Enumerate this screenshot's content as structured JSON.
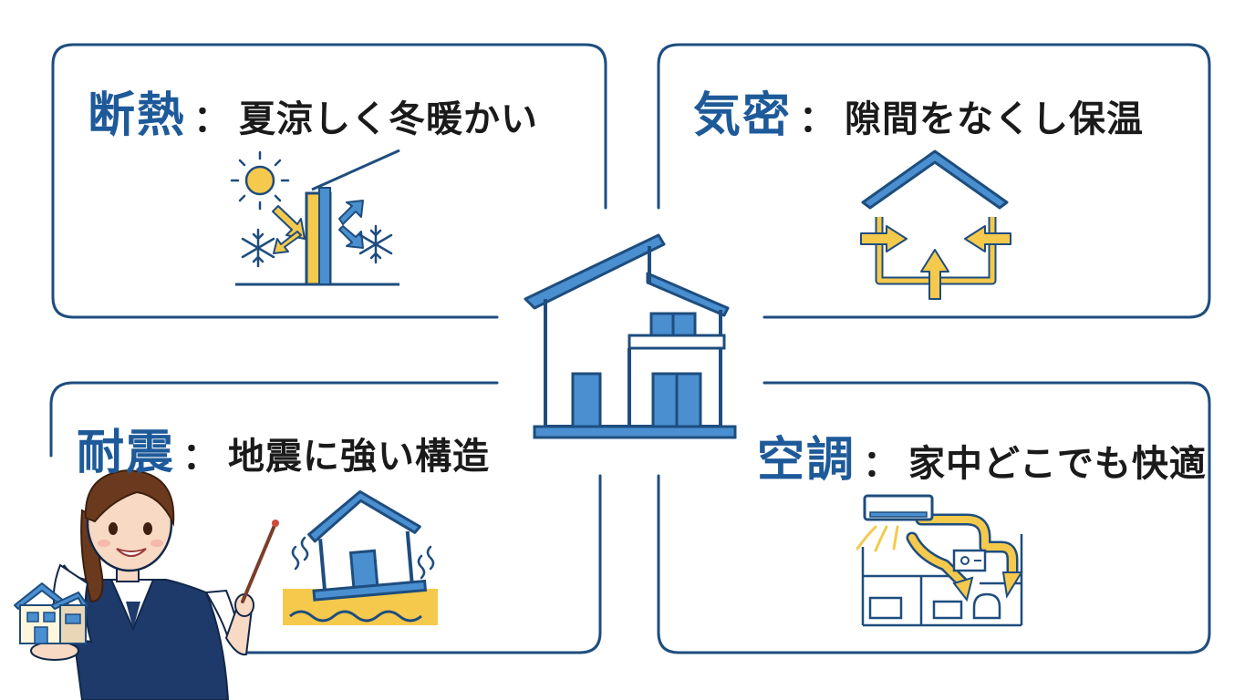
{
  "panels": {
    "insulation": {
      "keyword": "断熱",
      "colon": "：",
      "description": "夏涼しく冬暖かい",
      "icon": "insulated-wall-icon"
    },
    "airtight": {
      "keyword": "気密",
      "colon": "：",
      "description": "隙間をなくし保温",
      "icon": "airtight-house-icon"
    },
    "seismic": {
      "keyword": "耐震",
      "colon": "：",
      "description": "地震に強い構造",
      "icon": "earthquake-house-icon"
    },
    "aircon": {
      "keyword": "空調",
      "colon": "：",
      "description": "家中どこでも快適",
      "icon": "air-conditioner-icon"
    }
  },
  "center": {
    "icon": "house-icon"
  },
  "presenter": {
    "icon": "presenter-woman-icon",
    "holding": "model-house-icon"
  },
  "colors": {
    "accent_blue": "#1e5a99",
    "fill_blue": "#4a8fd0",
    "accent_yellow": "#f5c94c",
    "border": "#1e4d7e",
    "text": "#1a1a1a"
  }
}
